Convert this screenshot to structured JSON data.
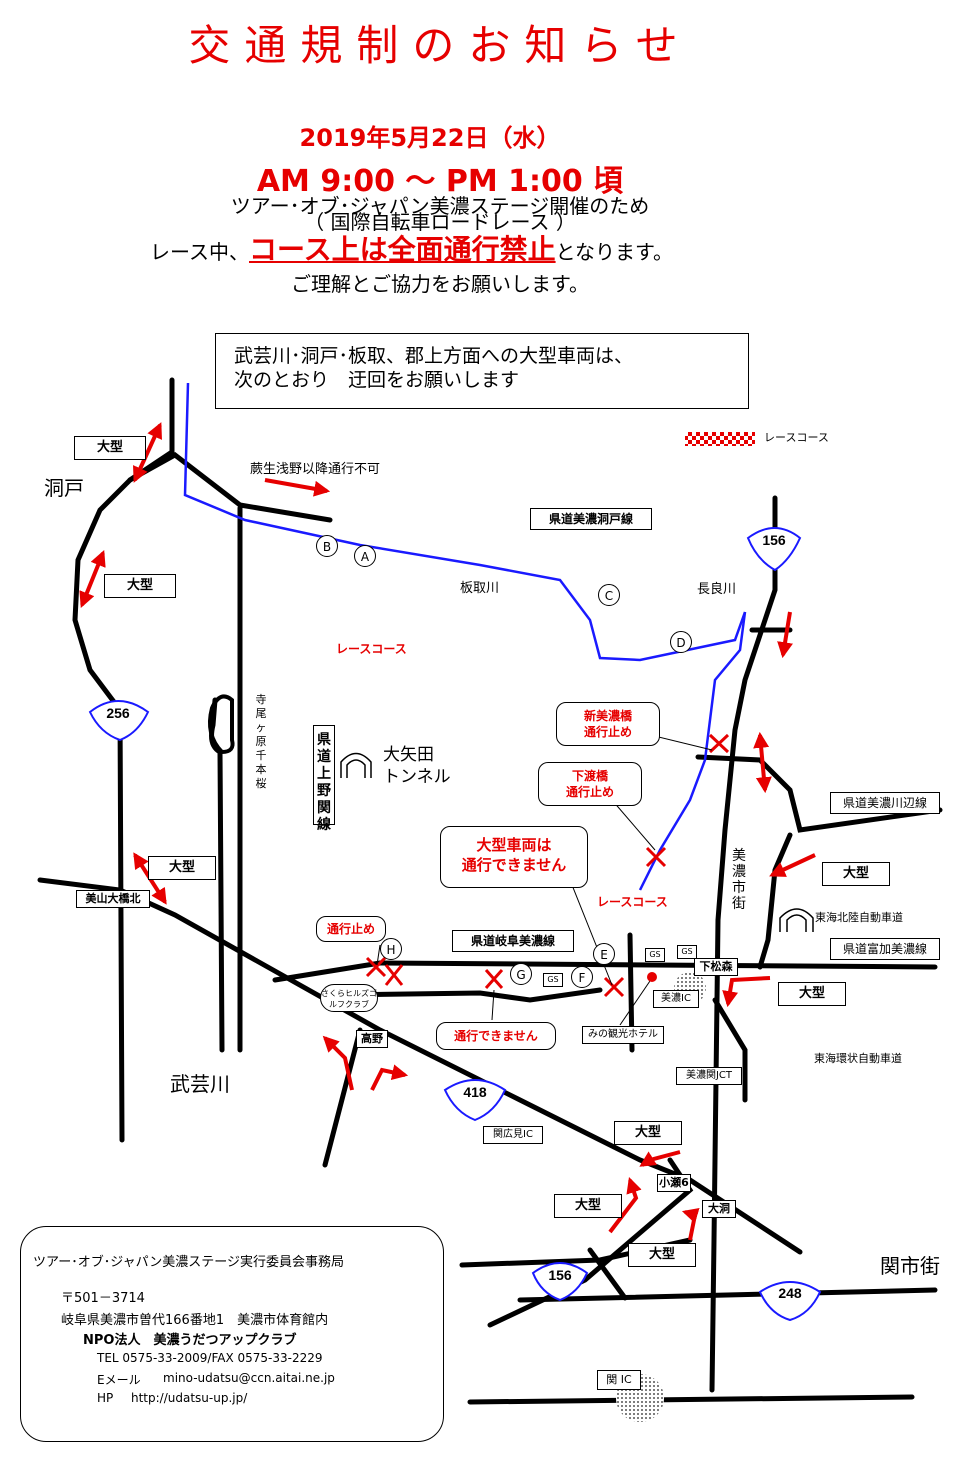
{
  "header": {
    "title": "交通規制のお知らせ",
    "date": "2019年5月22日（水）",
    "time": "AM 9:00 ～ PM 1:00 頃",
    "line1": "ツアー･オブ･ジャパン美濃ステージ開催のため",
    "line2": "（ 国際自転車ロードレース ）",
    "line3_prefix": "レース中、",
    "line3_emphasis": "コース上は全面通行禁止",
    "line3_suffix": "となります。",
    "line4": "ご理解とご協力をお願いします。"
  },
  "notice": {
    "line1": "武芸川･洞戸･板取、郡上方面への大型車両は、",
    "line2": "次のとおり　迂回をお願いします"
  },
  "legend": {
    "label": "レースコース"
  },
  "map_labels": {
    "horado": "洞戸",
    "mugegawa": "武芸川",
    "seki_city": "関市街",
    "mino_city": "美濃市街",
    "no_pass_after_kobusama": "蕨生浅野以降通行不可",
    "itadori_river": "板取川",
    "nagara_river": "長良川",
    "race_course_1": "レースコース",
    "race_course_2": "レースコース",
    "terao": "寺尾ヶ原千本桜",
    "oyada_tunnel_1": "大矢田",
    "oyada_tunnel_2": "トンネル",
    "tokai_hokuriku": "東海北陸自動車道",
    "tokai_kanjo": "東海環状自動車道",
    "sakura_hills": "さくらヒルズゴルフクラブ",
    "mino_hotel": "みの観光ホテル",
    "mino_ic": "美濃IC",
    "mino_seki_jct": "美濃関JCT",
    "seki_hiromi_ic": "関広見IC",
    "seki_ic": "関 IC",
    "gs1": "GS",
    "gs2": "GS",
    "gs3": "GS"
  },
  "boxes": {
    "ogata": "大型",
    "route_horado": "県道美濃洞戸線",
    "route_kawabe": "県道美濃川辺線",
    "route_tomika": "県道富加美濃線",
    "route_gifu_mino": "県道岐阜美濃線",
    "route_ueno": "県道上野関線",
    "minoyama_bridge": "美山大橋北",
    "shimomatsumori": "下松森",
    "takano": "高野",
    "kose6": "小瀬6",
    "oboro": "大洞"
  },
  "callouts": {
    "shin_mino_bridge_1": "新美濃橋",
    "shin_mino_bridge_2": "通行止め",
    "shimowatari_1": "下渡橋",
    "shimowatari_2": "通行止め",
    "large_vehicles_1": "大型車両は",
    "large_vehicles_2": "通行できません",
    "closed_h": "通行止め",
    "cannot_pass_g": "通行できません"
  },
  "checkpoints": [
    "A",
    "B",
    "C",
    "D",
    "E",
    "F",
    "G",
    "H"
  ],
  "route_numbers": {
    "r156_top": "156",
    "r256": "256",
    "r418": "418",
    "r156_bottom": "156",
    "r248": "248"
  },
  "contact": {
    "org": "ツアー･オブ･ジャパン美濃ステージ実行委員会事務局",
    "zip": "〒501－3714",
    "address": "岐阜県美濃市曽代166番地1　美濃市体育館内",
    "npo": "NPO法人　美濃うだつアップクラブ",
    "tel": "TEL 0575-33-2009/FAX 0575-33-2229",
    "email_label": "Eメール",
    "email": "mino-udatsu@ccn.aitai.ne.jp",
    "hp_label": "HP",
    "hp": "http://udatsu-up.jp/"
  },
  "colors": {
    "red": "#e60000",
    "blue": "#1a1aff"
  }
}
